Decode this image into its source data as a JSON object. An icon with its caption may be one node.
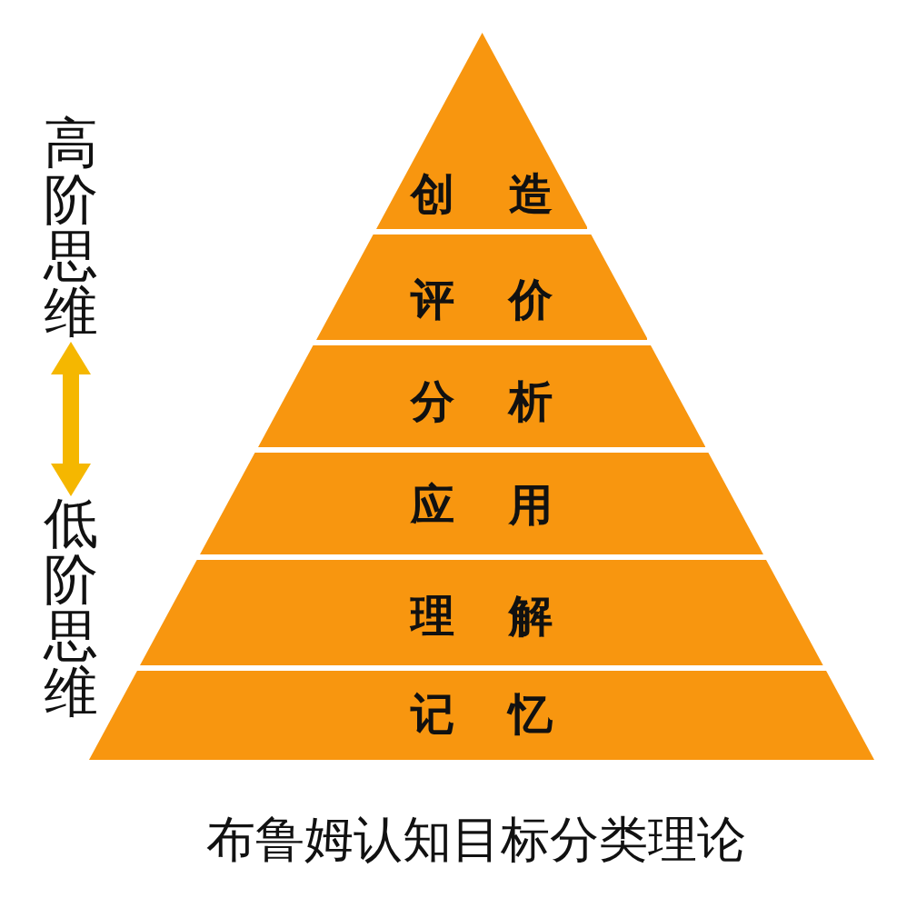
{
  "diagram": {
    "caption": "布鲁姆认知目标分类理论",
    "nodes": [
      {
        "text": [
          "高阶思维"
        ]
      },
      {
        "text": [
          "低阶思维"
        ]
      },
      {
        "text": [
          "创造"
        ]
      },
      {
        "text": [
          "评价"
        ]
      },
      {
        "text": [
          "分析"
        ]
      },
      {
        "text": [
          "应用"
        ]
      },
      {
        "text": [
          "理解"
        ]
      },
      {
        "text": [
          "记忆"
        ]
      }
    ],
    "edges": [
      {
        "from": 0,
        "to": 1,
        "arrow": "both"
      }
    ]
  }
}
